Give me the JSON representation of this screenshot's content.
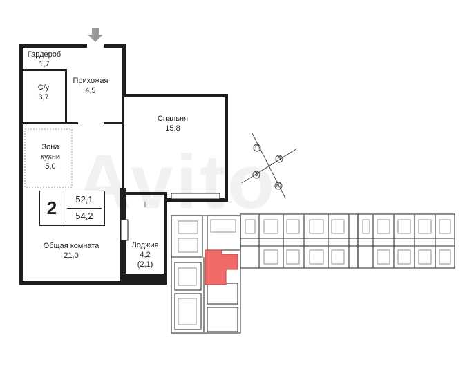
{
  "watermark": "Avito",
  "rooms_badge": {
    "rooms": "2",
    "living_area": "52,1",
    "total_area": "54,2"
  },
  "rooms": {
    "wardrobe": {
      "name": "Гардероб",
      "area": "1,7"
    },
    "bathroom": {
      "name": "С/у",
      "area": "3,7"
    },
    "hall": {
      "name": "Прихожая",
      "area": "4,9"
    },
    "bedroom": {
      "name": "Спальня",
      "area": "15,8"
    },
    "kitchen": {
      "name_line1": "Зона",
      "name_line2": "кухни",
      "area": "5,0"
    },
    "living": {
      "name": "Общая комната",
      "area": "21,0"
    },
    "loggia": {
      "name": "Лоджия",
      "area": "4,2",
      "area_reduced": "(2,1)"
    }
  },
  "compass": {
    "letters": [
      "С",
      "В",
      "Ю",
      "З"
    ]
  },
  "colors": {
    "wall": "#1e1e1e",
    "highlight": "#f06a6a",
    "entry_arrow": "#9a9a9a",
    "building": "#555555"
  }
}
